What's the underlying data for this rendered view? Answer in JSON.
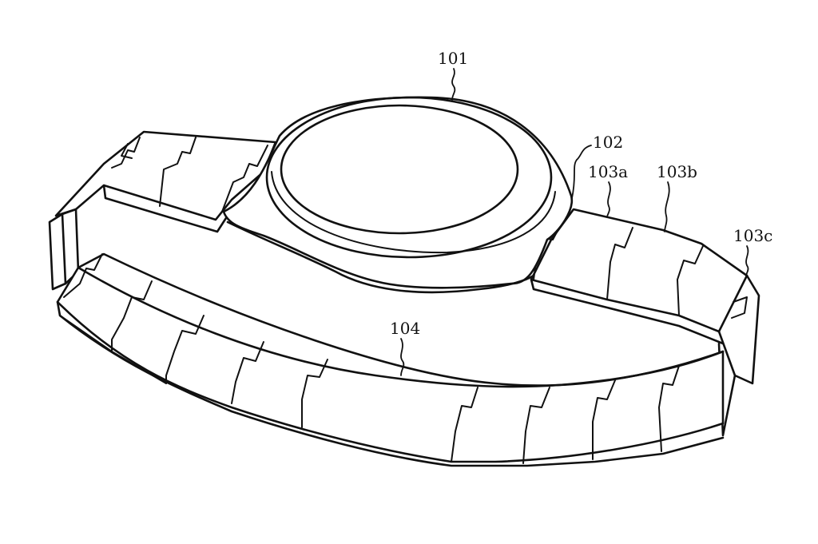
{
  "figure": {
    "labels": {
      "housing": "101",
      "connector": "102",
      "link_a": "103a",
      "link_b": "103b",
      "link_c": "103c",
      "band": "104"
    }
  }
}
